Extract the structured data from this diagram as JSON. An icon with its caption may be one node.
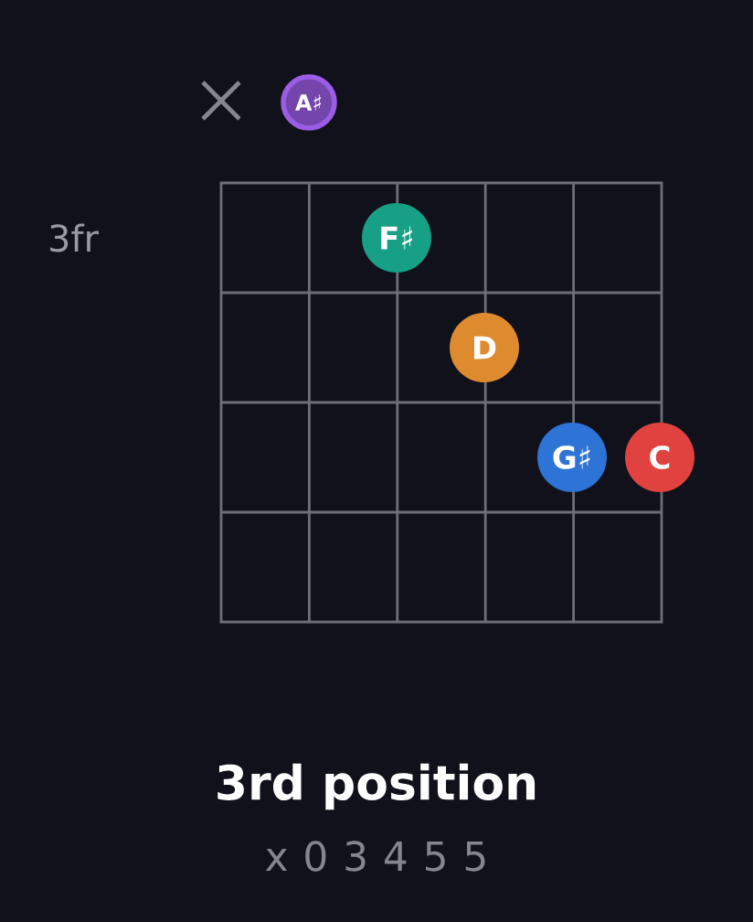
{
  "diagram": {
    "title": "3rd position",
    "nodes": [
      {
        "text": [
          "A♯"
        ]
      },
      {
        "text": [
          "F♯"
        ]
      },
      {
        "text": [
          "D"
        ]
      },
      {
        "text": [
          "G♯"
        ]
      },
      {
        "text": [
          "C"
        ]
      }
    ],
    "labels": [
      "3fr",
      "x 0 3 4 5 5"
    ]
  }
}
